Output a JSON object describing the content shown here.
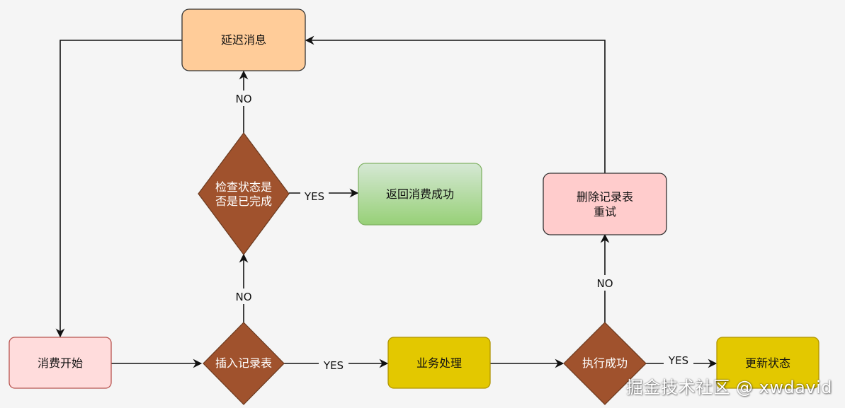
{
  "nodes": {
    "delay_message": "延迟消息",
    "check_status_line1": "检查状态是",
    "check_status_line2": "否是已完成",
    "return_success": "返回消费成功",
    "delete_record_line1": "删除记录表",
    "delete_record_line2": "重试",
    "consume_start": "消费开始",
    "insert_record": "插入记录表",
    "business_process": "业务处理",
    "execute_success": "执行成功",
    "update_status": "更新状态"
  },
  "edges": {
    "check_to_delay": "NO",
    "check_to_return": "YES",
    "insert_to_check": "NO",
    "insert_to_business": "YES",
    "execute_to_delete": "NO",
    "execute_to_update": "YES"
  },
  "watermark": "掘金技术社区 @ xwdavid",
  "colors": {
    "delay_fill": "#ffcc99",
    "diamond_fill": "#a0522d",
    "return_fill_top": "#d5e8d4",
    "return_fill_bottom": "#97d077",
    "pink_fill": "#ffcccc",
    "start_fill": "#ffdcdc",
    "yellow_fill": "#e3c800"
  }
}
